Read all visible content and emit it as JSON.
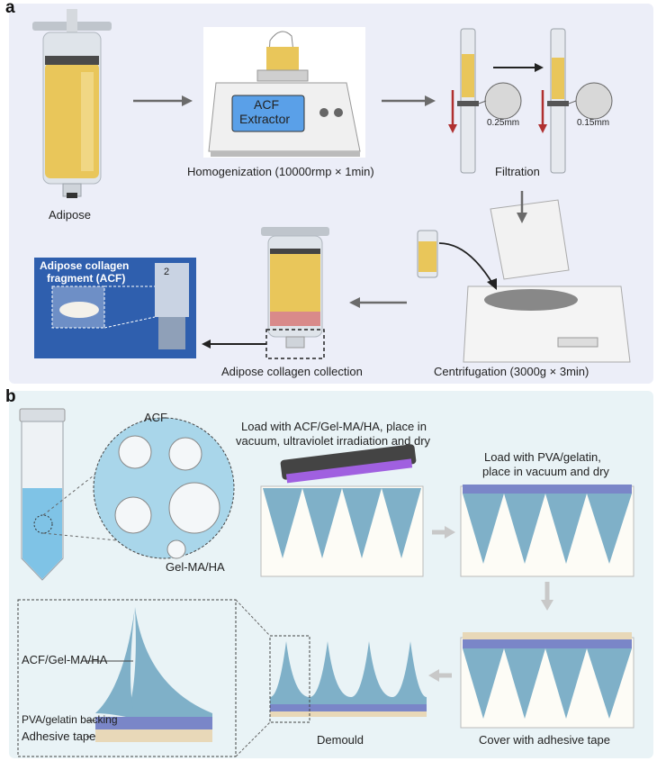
{
  "panel_a": {
    "letter": "a",
    "adipose": "Adipose",
    "extractor_line1": "ACF",
    "extractor_line2": "Extractor",
    "homogenization": "Homogenization (10000rmp × 1min)",
    "filtration": "Filtration",
    "mesh1": "0.25mm",
    "mesh2": "0.15mm",
    "centrifugation": "Centrifugation (3000g × 3min)",
    "collection": "Adipose collagen collection",
    "acf_title_line1": "Adipose collagen",
    "acf_title_line2": "fragment (ACF)",
    "syringe_mark": "2"
  },
  "panel_b": {
    "letter": "b",
    "acf": "ACF",
    "gelma": "Gel-MA/HA",
    "step1_line1": "Load with ACF/Gel-MA/HA, place in",
    "step1_line2": "vacuum, ultraviolet irradiation and dry",
    "step2_line1": "Load with PVA/gelatin,",
    "step2_line2": "place in vacuum and dry",
    "cover": "Cover with adhesive tape",
    "demould": "Demould",
    "label_acf_gel": "ACF/Gel-MA/HA",
    "label_pva": "PVA/gelatin backing",
    "label_tape": "Adhesive tape"
  },
  "colors": {
    "panel_a_bg": "#eceef8",
    "panel_b_bg": "#e9f3f6",
    "needle": "#7fb0c8",
    "backing": "#7a86c8",
    "tape": "#e8d8b8",
    "fat": "#e9c65a",
    "arrow_gray": "#6b6b6b",
    "arrow_light": "#c8c8c8"
  }
}
